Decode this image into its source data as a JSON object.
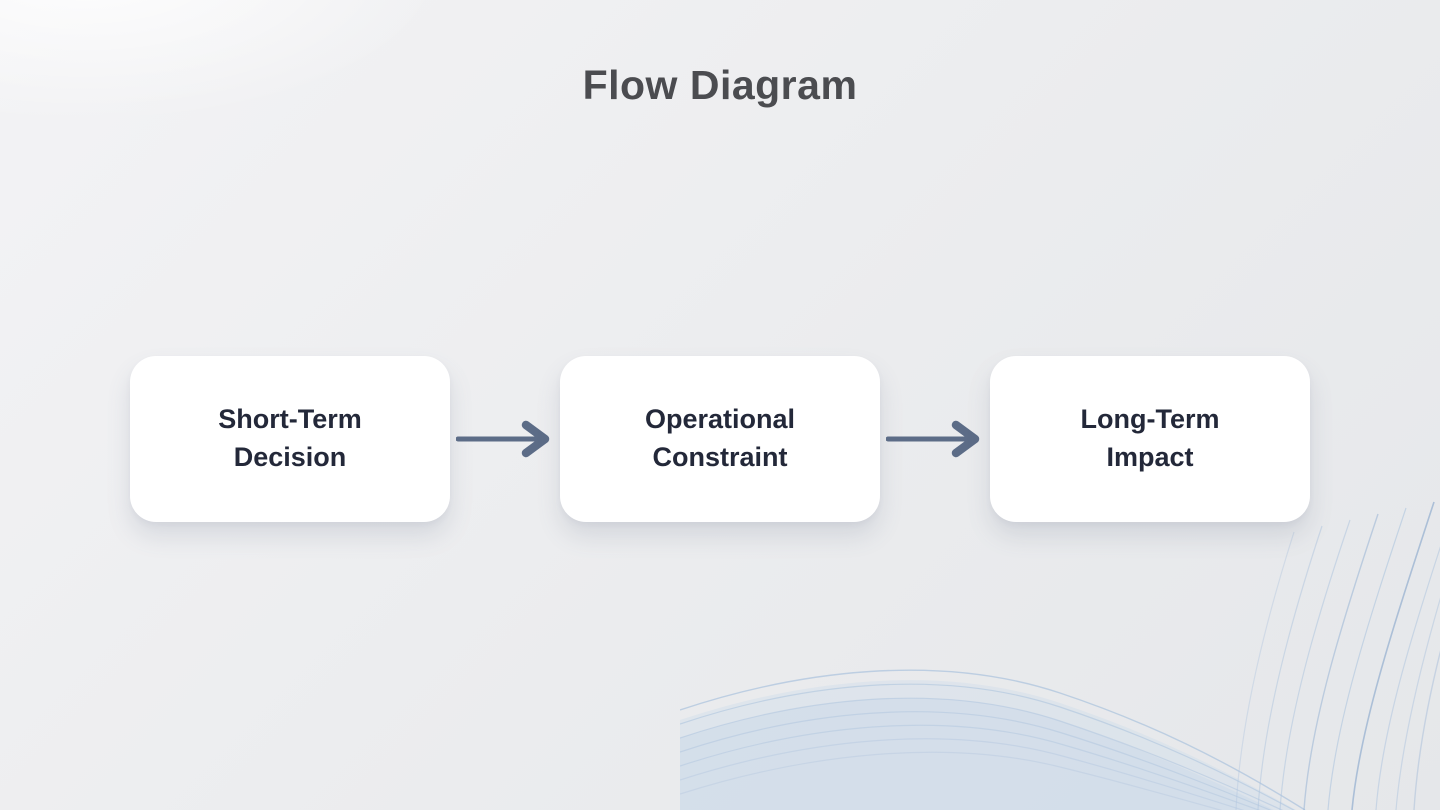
{
  "title": "Flow Diagram",
  "diagram": {
    "nodes": [
      {
        "id": "short-term-decision",
        "label": "Short-Term Decision"
      },
      {
        "id": "operational-constraint",
        "label": "Operational Constraint"
      },
      {
        "id": "long-term-impact",
        "label": "Long-Term Impact"
      }
    ],
    "connections": [
      {
        "from": "Short-Term Decision",
        "to": "Operational Constraint"
      },
      {
        "from": "Operational Constraint",
        "to": "Long-Term Impact"
      }
    ]
  },
  "icons": [
    {
      "name": "arrow-right-icon",
      "glyph": "→"
    }
  ],
  "colors": {
    "background": "#ebecee",
    "node_background": "#ffffff",
    "node_text": "#232839",
    "title_text": "#4b4c50",
    "arrow": "#5c6c87",
    "wave_line": "#aec4de",
    "wave_fill": "#cddcec"
  }
}
